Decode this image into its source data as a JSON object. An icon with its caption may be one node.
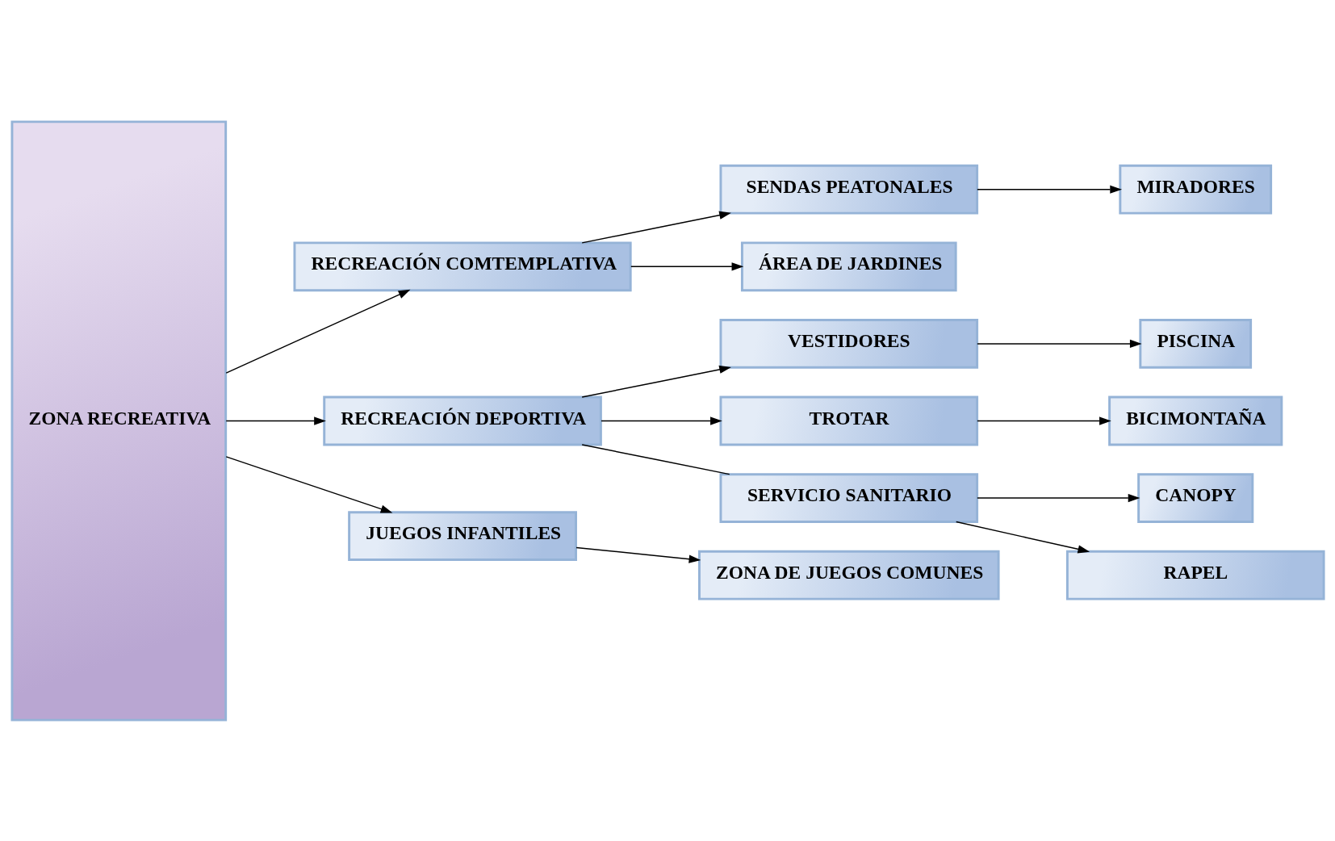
{
  "diagram": {
    "nodes": [
      {
        "text": [
          "ZONA RECREATIVA"
        ]
      },
      {
        "text": [
          "RECREACIÓN COMTEMPLATIVA"
        ]
      },
      {
        "text": [
          "SENDAS PEATONALES"
        ]
      },
      {
        "text": [
          "MIRADORES"
        ]
      },
      {
        "text": [
          "ÁREA DE JARDINES"
        ]
      },
      {
        "text": [
          "VESTIDORES"
        ]
      },
      {
        "text": [
          "PISCINA"
        ]
      },
      {
        "text": [
          "RECREACIÓN DEPORTIVA"
        ]
      },
      {
        "text": [
          "TROTAR"
        ]
      },
      {
        "text": [
          "BICIMONTAÑA"
        ]
      },
      {
        "text": [
          "SERVICIO SANITARIO"
        ]
      },
      {
        "text": [
          "CANOPY"
        ]
      },
      {
        "text": [
          "RAPEL"
        ]
      },
      {
        "text": [
          "JUEGOS INFANTILES"
        ]
      },
      {
        "text": [
          "ZONA DE JUEGOS COMUNES"
        ]
      }
    ],
    "edges": [
      {
        "from": 0,
        "to": 1,
        "arrow": "to"
      },
      {
        "from": 0,
        "to": 7,
        "arrow": "to"
      },
      {
        "from": 0,
        "to": 13,
        "arrow": "to"
      },
      {
        "from": 1,
        "to": 2,
        "arrow": "to"
      },
      {
        "from": 1,
        "to": 4,
        "arrow": "to"
      },
      {
        "from": 2,
        "to": 3,
        "arrow": "to"
      },
      {
        "from": 7,
        "to": 5,
        "arrow": "to"
      },
      {
        "from": 7,
        "to": 8,
        "arrow": "to"
      },
      {
        "from": 7,
        "to": 10,
        "arrow": "none"
      },
      {
        "from": 5,
        "to": 6,
        "arrow": "to"
      },
      {
        "from": 8,
        "to": 9,
        "arrow": "to"
      },
      {
        "from": 10,
        "to": 11,
        "arrow": "to"
      },
      {
        "from": 10,
        "to": 12,
        "arrow": "to"
      },
      {
        "from": 13,
        "to": 14,
        "arrow": "to"
      }
    ]
  }
}
